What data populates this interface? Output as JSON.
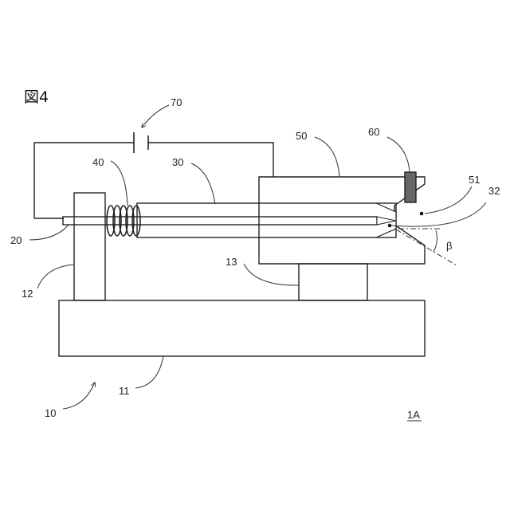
{
  "figure": {
    "title": "図4",
    "id_label": "1A"
  },
  "labels": {
    "l10": "10",
    "l11": "11",
    "l12": "12",
    "l13": "13",
    "l20": "20",
    "l30": "30",
    "l32": "32",
    "l40": "40",
    "l50": "50",
    "l51": "51",
    "l60": "60",
    "l70": "70",
    "beta": "β"
  }
}
